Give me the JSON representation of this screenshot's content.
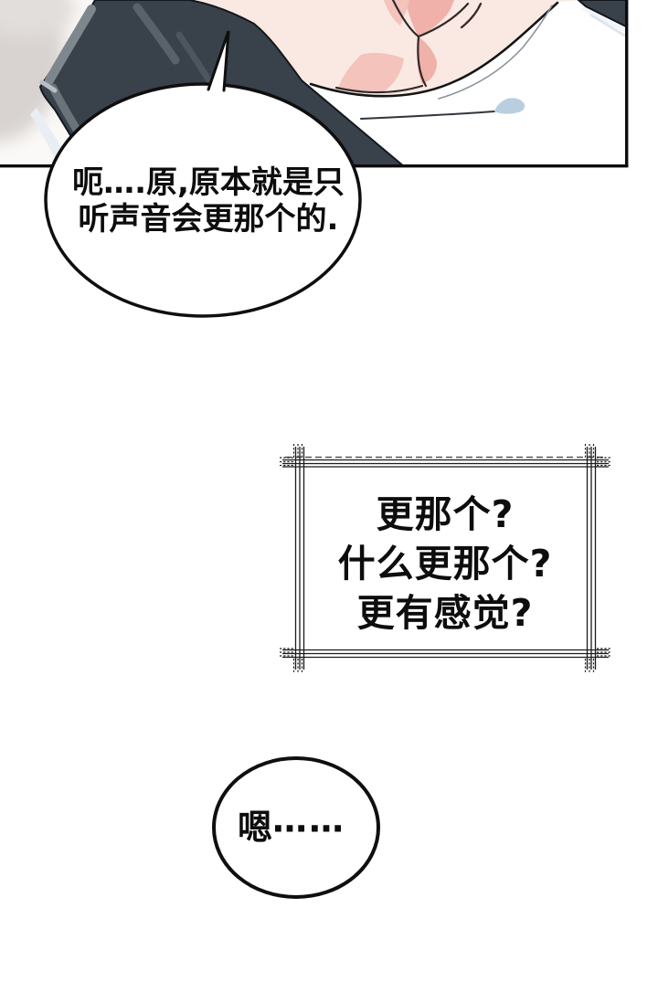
{
  "page": {
    "background": "#ffffff",
    "kind": "comic page"
  },
  "panel": {
    "colors": {
      "hair": "#39414b",
      "hair_streak_light": "#79828a",
      "hair_streak_mid": "#59616a",
      "skin": "#f9e9e2",
      "skin_shadow": "#efb1a9",
      "skin_shadow_light": "#f3c3bc",
      "shirt": "#ffffff",
      "shirt_shadow_blue": "#b9cede",
      "background_shade": "#d8d3d0",
      "outline": "#0d0d0d"
    }
  },
  "speech_bubble_1": {
    "lines": [
      "呃….原,原本就是只",
      "听声音会更那个的."
    ]
  },
  "caption_box": {
    "lines": [
      "更那个?",
      "什么更那个?",
      "更有感觉?"
    ]
  },
  "speech_bubble_2": {
    "text": "嗯",
    "ellipsis": "……"
  }
}
